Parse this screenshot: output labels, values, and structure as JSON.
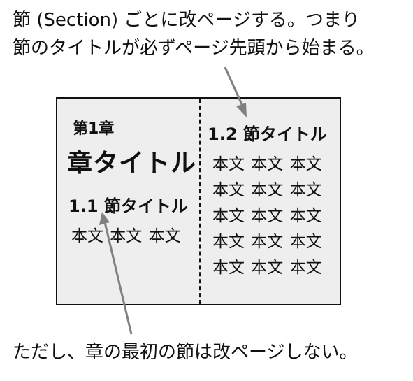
{
  "top_caption": {
    "line1": "節 (Section) ごとに改ページする。つまり",
    "line2": "節のタイトルが必ずページ先頭から始まる。"
  },
  "bottom_caption": "ただし、章の最初の節は改ページしない。",
  "left_page": {
    "chapter_label": "第1章",
    "chapter_title": "章タイトル",
    "section_title": "1.1 節タイトル",
    "body": "本文 本文 本文"
  },
  "right_page": {
    "section_title": "1.2 節タイトル",
    "body_lines": [
      "本文 本文 本文",
      "本文 本文 本文",
      "本文 本文 本文",
      "本文 本文 本文",
      "本文 本文 本文"
    ]
  },
  "colors": {
    "page_fill": "#eeeeee",
    "arrow": "#808080",
    "text": "#111111"
  }
}
